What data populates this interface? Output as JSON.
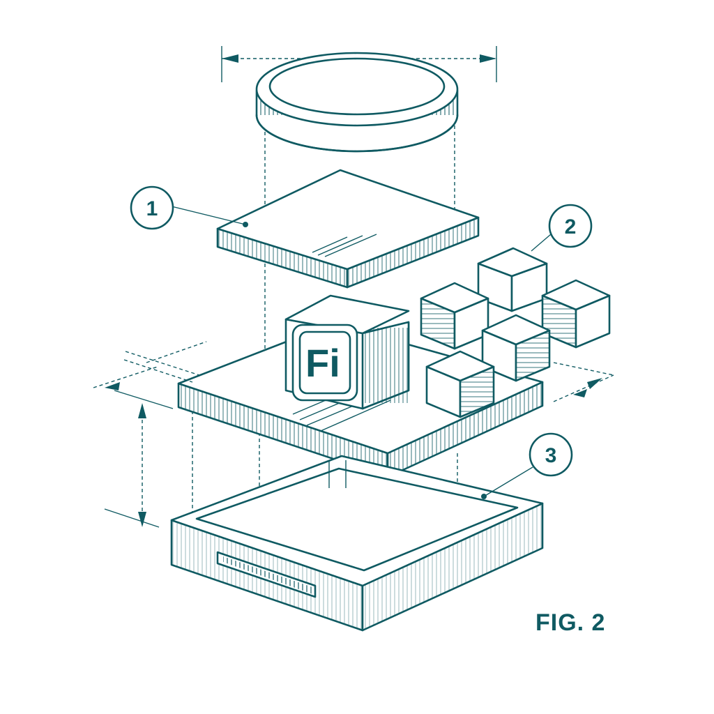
{
  "callouts": [
    {
      "id": "1",
      "label": "1"
    },
    {
      "id": "2",
      "label": "2"
    },
    {
      "id": "3",
      "label": "3"
    }
  ],
  "figure_label": "FIG. 2",
  "chip_logo": "Fi",
  "colors": {
    "ink": "#0f5a62",
    "background": "#ffffff"
  }
}
